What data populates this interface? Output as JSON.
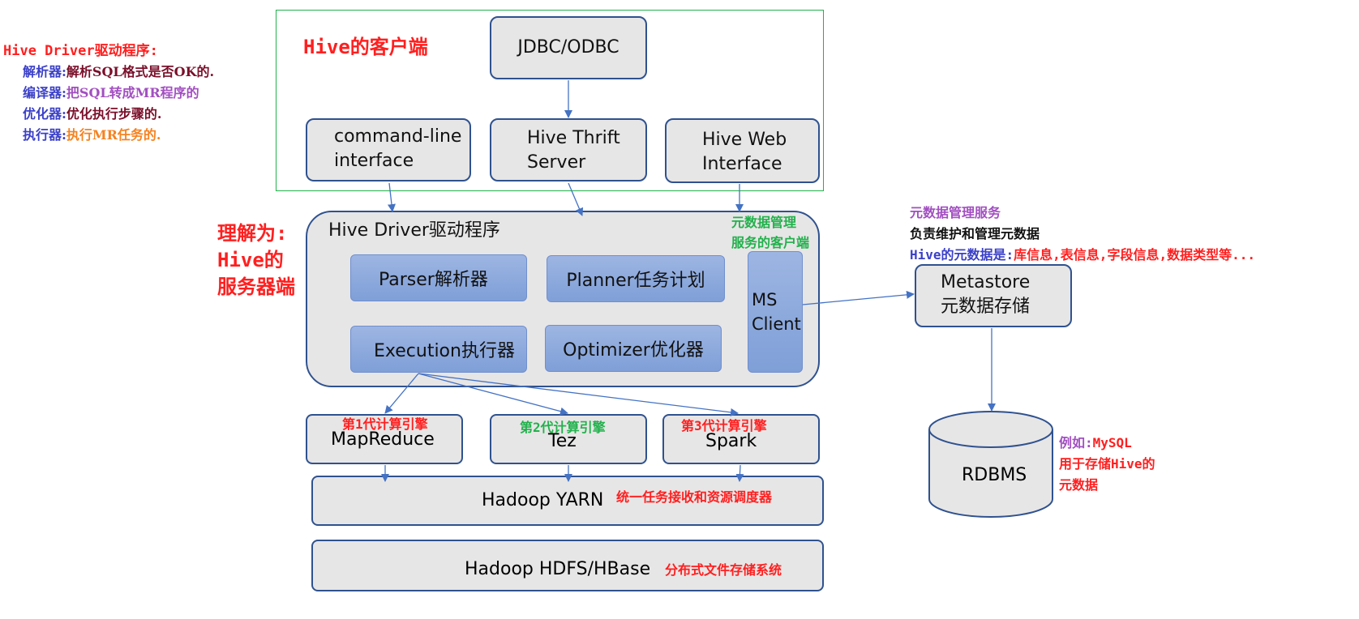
{
  "colors": {
    "red": "#ff1f1f",
    "blue": "#3b40c8",
    "purple": "#a24fc1",
    "dark_red": "#7a0f2a",
    "orange": "#f58220",
    "green": "#22b14c",
    "box_fill": "#e7e6e6",
    "box_border": "#2f528f",
    "module_fill": "#8faadc",
    "arrow": "#4472c4"
  },
  "left_notes": {
    "title": "Hive Driver驱动程序:",
    "items": [
      {
        "term": "解析器:",
        "desc": "解析SQL格式是否OK的."
      },
      {
        "term": "编译器:",
        "desc": "把SQL转成MR程序的"
      },
      {
        "term": "优化器:",
        "desc": "优化执行步骤的."
      },
      {
        "term": "执行器:",
        "desc": "执行MR任务的."
      }
    ]
  },
  "client_area": {
    "label": "Hive的客户端",
    "jdbc": "JDBC/ODBC",
    "cli": "command-line\ninterface",
    "thrift": "Hive Thrift\nServer",
    "web": "Hive Web\nInterface"
  },
  "server_note": "理解为:\nHive的\n服务器端",
  "driver": {
    "title": "Hive Driver驱动程序",
    "parser": "Parser解析器",
    "planner": "Planner任务计划",
    "execution": "Execution执行器",
    "optimizer": "Optimizer优化器",
    "ms_client": "MS\nClient",
    "ms_note": "元数据管理\n服务的客户端"
  },
  "engines": {
    "mr_note": "第1代计算引擎",
    "mr": "MapReduce",
    "tez_note": "第2代计算引擎",
    "tez": "Tez",
    "spark_note": "第3代计算引擎",
    "spark": "Spark"
  },
  "yarn": {
    "label": "Hadoop YARN",
    "note": "统一任务接收和资源调度器"
  },
  "hdfs": {
    "label": "Hadoop HDFS/HBase",
    "note": "分布式文件存储系统"
  },
  "metastore": {
    "note_title": "元数据管理服务",
    "note_desc": "负责维护和管理元数据",
    "note_meta_prefix": "Hive的元数据是:",
    "note_meta_value": "库信息,表信息,字段信息,数据类型等...",
    "label": "Metastore\n元数据存储"
  },
  "rdbms": {
    "label": "RDBMS",
    "note_prefix": "例如:",
    "note_value": "MySQL",
    "note_rest": "用于存储Hive的\n元数据"
  }
}
